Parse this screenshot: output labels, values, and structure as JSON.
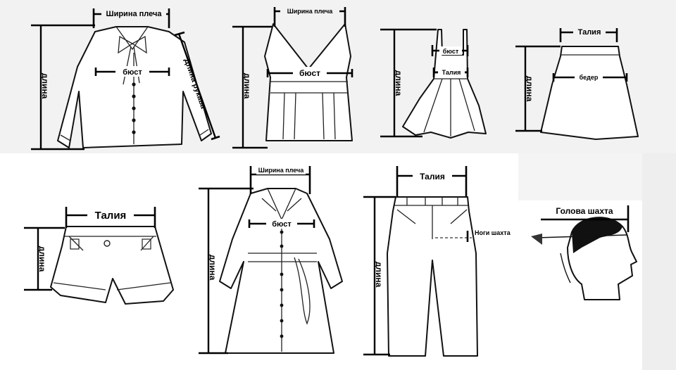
{
  "items": {
    "blouse": {
      "shoulder": "Ширина плеча",
      "bust": "бюст",
      "length": "длина",
      "sleeve": "Длина рукава"
    },
    "top": {
      "shoulder": "Ширина плеча",
      "bust": "бюст",
      "length": "длина"
    },
    "dress": {
      "bust": "бюст",
      "waist": "Талия",
      "length": "длина"
    },
    "skirt": {
      "waist": "Талия",
      "hips": "бедер",
      "length": "длина"
    },
    "shorts": {
      "waist": "Талия",
      "length": "длина"
    },
    "coat": {
      "shoulder": "Ширина плеча",
      "bust": "бюст",
      "length": "длина"
    },
    "pants": {
      "waist": "Талия",
      "inseam": "Ноги шахта",
      "length": "длина"
    },
    "head": {
      "label": "Голова шахта"
    }
  }
}
